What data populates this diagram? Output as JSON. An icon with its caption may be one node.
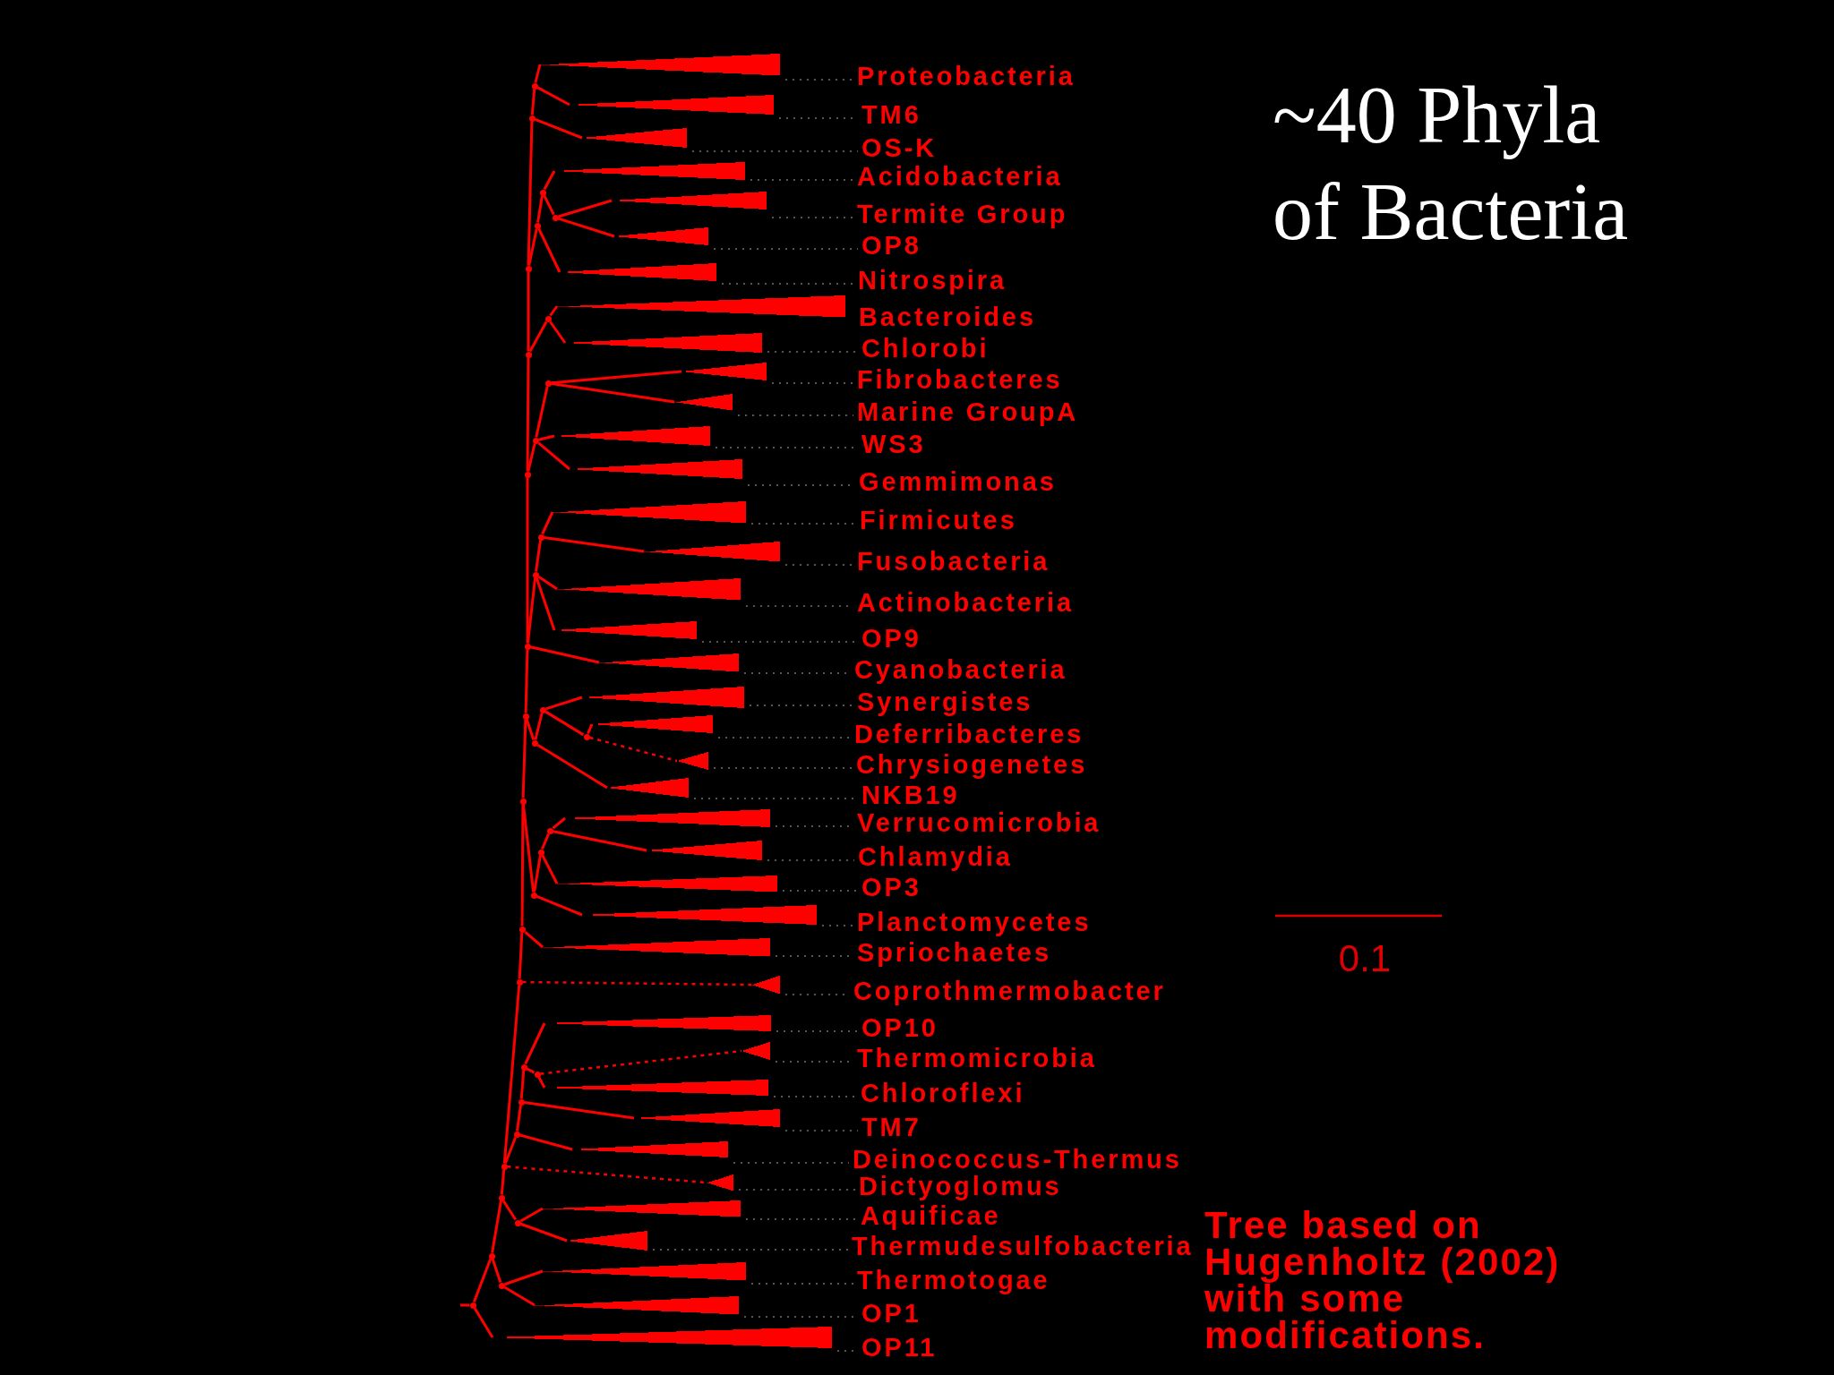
{
  "diagram": {
    "title": "~40 Phyla of Bacteria",
    "caption": "Tree based on Hugenholtz (2002) with some modifications.",
    "nodes": [
      {
        "text": [
          "Proteobacteria"
        ]
      },
      {
        "text": [
          "TM6"
        ]
      },
      {
        "text": [
          "OS-K"
        ]
      },
      {
        "text": [
          "Acidobacteria"
        ]
      },
      {
        "text": [
          "Termite Group"
        ]
      },
      {
        "text": [
          "OP8"
        ]
      },
      {
        "text": [
          "Nitrospira"
        ]
      },
      {
        "text": [
          "Bacteroides"
        ]
      },
      {
        "text": [
          "Chlorobi"
        ]
      },
      {
        "text": [
          "Fibrobacteres"
        ]
      },
      {
        "text": [
          "Marine GroupA"
        ]
      },
      {
        "text": [
          "WS3"
        ]
      },
      {
        "text": [
          "Gemmimonas"
        ]
      },
      {
        "text": [
          "Firmicutes"
        ]
      },
      {
        "text": [
          "Fusobacteria"
        ]
      },
      {
        "text": [
          "Actinobacteria"
        ]
      },
      {
        "text": [
          "OP9"
        ]
      },
      {
        "text": [
          "Cyanobacteria"
        ]
      },
      {
        "text": [
          "Synergistes"
        ]
      },
      {
        "text": [
          "Deferribacteres"
        ]
      },
      {
        "text": [
          "Chrysiogenetes"
        ]
      },
      {
        "text": [
          "NKB19"
        ]
      },
      {
        "text": [
          "Verrucomicrobia"
        ]
      },
      {
        "text": [
          "Chlamydia"
        ]
      },
      {
        "text": [
          "OP3"
        ]
      },
      {
        "text": [
          "Planctomycetes"
        ]
      },
      {
        "text": [
          "Spriochaetes"
        ]
      },
      {
        "text": [
          "Coprothmermobacter"
        ]
      },
      {
        "text": [
          "OP10"
        ]
      },
      {
        "text": [
          "Thermomicrobia"
        ]
      },
      {
        "text": [
          "Chloroflexi"
        ]
      },
      {
        "text": [
          "TM7"
        ]
      },
      {
        "text": [
          "Deinococcus-Thermus"
        ]
      },
      {
        "text": [
          "Dictyoglomus"
        ]
      },
      {
        "text": [
          "Aquificae"
        ]
      },
      {
        "text": [
          "Thermudesulfobacteria"
        ]
      },
      {
        "text": [
          "Thermotogae"
        ]
      },
      {
        "text": [
          "OP1"
        ]
      },
      {
        "text": [
          "OP11"
        ]
      },
      {
        "text": [],
        "shape": "dot"
      },
      {
        "text": [],
        "shape": "dot"
      },
      {
        "text": [],
        "shape": "dot"
      },
      {
        "text": [],
        "shape": "dot"
      },
      {
        "text": [],
        "shape": "dot"
      },
      {
        "text": [],
        "shape": "dot"
      },
      {
        "text": [],
        "shape": "dot"
      },
      {
        "text": [],
        "shape": "dot"
      },
      {
        "text": [],
        "shape": "dot"
      },
      {
        "text": [],
        "shape": "dot"
      },
      {
        "text": [],
        "shape": "dot"
      },
      {
        "text": [],
        "shape": "dot"
      },
      {
        "text": [],
        "shape": "dot"
      },
      {
        "text": [],
        "shape": "dot"
      },
      {
        "text": [],
        "shape": "dot"
      },
      {
        "text": [],
        "shape": "dot"
      },
      {
        "text": [],
        "shape": "dot"
      },
      {
        "text": [],
        "shape": "dot"
      },
      {
        "text": [],
        "shape": "dot"
      },
      {
        "text": [],
        "shape": "dot"
      },
      {
        "text": [],
        "shape": "dot"
      },
      {
        "text": [],
        "shape": "dot"
      },
      {
        "text": [],
        "shape": "dot"
      },
      {
        "text": [],
        "shape": "dot"
      },
      {
        "text": [],
        "shape": "dot"
      },
      {
        "text": [],
        "shape": "dot"
      },
      {
        "text": [],
        "shape": "dot"
      },
      {
        "text": [],
        "shape": "dot"
      },
      {
        "text": [],
        "shape": "dot"
      },
      {
        "text": [],
        "shape": "dot"
      },
      {
        "text": [],
        "shape": "dot"
      },
      {
        "text": [],
        "shape": "dot"
      },
      {
        "text": [],
        "shape": "dot"
      },
      {
        "text": [],
        "shape": "dot"
      }
    ],
    "edges": [
      {
        "from": 39,
        "to": 0,
        "arrow": "none"
      },
      {
        "from": 39,
        "to": 1,
        "arrow": "none"
      },
      {
        "from": 40,
        "to": 39,
        "arrow": "none"
      },
      {
        "from": 40,
        "to": 2,
        "arrow": "none"
      },
      {
        "from": 41,
        "to": 3,
        "arrow": "none"
      },
      {
        "from": 41,
        "to": 42,
        "arrow": "none"
      },
      {
        "from": 42,
        "to": 4,
        "arrow": "none"
      },
      {
        "from": 42,
        "to": 5,
        "arrow": "none"
      },
      {
        "from": 43,
        "to": 41,
        "arrow": "none"
      },
      {
        "from": 43,
        "to": 6,
        "arrow": "none"
      },
      {
        "from": 44,
        "to": 40,
        "arrow": "none"
      },
      {
        "from": 44,
        "to": 43,
        "arrow": "none"
      },
      {
        "from": 45,
        "to": 7,
        "arrow": "none"
      },
      {
        "from": 45,
        "to": 8,
        "arrow": "none"
      },
      {
        "from": 46,
        "to": 44,
        "arrow": "none"
      },
      {
        "from": 46,
        "to": 45,
        "arrow": "none"
      },
      {
        "from": 47,
        "to": 9,
        "arrow": "none"
      },
      {
        "from": 47,
        "to": 10,
        "arrow": "none"
      },
      {
        "from": 48,
        "to": 47,
        "arrow": "none"
      },
      {
        "from": 48,
        "to": 11,
        "arrow": "none"
      },
      {
        "from": 48,
        "to": 12,
        "arrow": "none"
      },
      {
        "from": 49,
        "to": 46,
        "arrow": "none"
      },
      {
        "from": 49,
        "to": 48,
        "arrow": "none"
      },
      {
        "from": 50,
        "to": 13,
        "arrow": "none"
      },
      {
        "from": 50,
        "to": 14,
        "arrow": "none"
      },
      {
        "from": 51,
        "to": 50,
        "arrow": "none"
      },
      {
        "from": 51,
        "to": 15,
        "arrow": "none"
      },
      {
        "from": 51,
        "to": 16,
        "arrow": "none"
      },
      {
        "from": 52,
        "to": 49,
        "arrow": "none"
      },
      {
        "from": 52,
        "to": 51,
        "arrow": "none"
      },
      {
        "from": 52,
        "to": 17,
        "arrow": "none"
      },
      {
        "from": 53,
        "to": 18,
        "arrow": "none"
      },
      {
        "from": 53,
        "to": 55,
        "arrow": "none"
      },
      {
        "from": 54,
        "to": 52,
        "arrow": "none"
      },
      {
        "from": 54,
        "to": 56,
        "arrow": "none"
      },
      {
        "from": 55,
        "to": 19,
        "arrow": "none"
      },
      {
        "from": 55,
        "to": 20,
        "arrow": "none",
        "style": "dashed"
      },
      {
        "from": 56,
        "to": 53,
        "arrow": "none"
      },
      {
        "from": 56,
        "to": 21,
        "arrow": "none"
      },
      {
        "from": 57,
        "to": 54,
        "arrow": "none"
      },
      {
        "from": 57,
        "to": 60,
        "arrow": "none"
      },
      {
        "from": 58,
        "to": 22,
        "arrow": "none"
      },
      {
        "from": 58,
        "to": 23,
        "arrow": "none"
      },
      {
        "from": 59,
        "to": 58,
        "arrow": "none"
      },
      {
        "from": 59,
        "to": 24,
        "arrow": "none"
      },
      {
        "from": 60,
        "to": 59,
        "arrow": "none"
      },
      {
        "from": 60,
        "to": 25,
        "arrow": "none"
      },
      {
        "from": 61,
        "to": 57,
        "arrow": "none"
      },
      {
        "from": 61,
        "to": 26,
        "arrow": "none"
      },
      {
        "from": 62,
        "to": 61,
        "arrow": "none"
      },
      {
        "from": 62,
        "to": 27,
        "arrow": "none",
        "style": "dashed"
      },
      {
        "from": 63,
        "to": 28,
        "arrow": "none"
      },
      {
        "from": 63,
        "to": 64,
        "arrow": "none"
      },
      {
        "from": 64,
        "to": 29,
        "arrow": "none",
        "style": "dashed"
      },
      {
        "from": 64,
        "to": 30,
        "arrow": "none"
      },
      {
        "from": 65,
        "to": 63,
        "arrow": "none"
      },
      {
        "from": 65,
        "to": 31,
        "arrow": "none"
      },
      {
        "from": 66,
        "to": 65,
        "arrow": "none"
      },
      {
        "from": 66,
        "to": 32,
        "arrow": "none"
      },
      {
        "from": 67,
        "to": 62,
        "arrow": "none"
      },
      {
        "from": 67,
        "to": 66,
        "arrow": "none"
      },
      {
        "from": 67,
        "to": 33,
        "arrow": "none",
        "style": "dashed"
      },
      {
        "from": 68,
        "to": 67,
        "arrow": "none"
      },
      {
        "from": 68,
        "to": 69,
        "arrow": "none"
      },
      {
        "from": 69,
        "to": 34,
        "arrow": "none"
      },
      {
        "from": 69,
        "to": 35,
        "arrow": "none"
      },
      {
        "from": 70,
        "to": 68,
        "arrow": "none"
      },
      {
        "from": 70,
        "to": 71,
        "arrow": "none"
      },
      {
        "from": 71,
        "to": 36,
        "arrow": "none"
      },
      {
        "from": 71,
        "to": 37,
        "arrow": "none"
      },
      {
        "from": 72,
        "to": 70,
        "arrow": "none"
      },
      {
        "from": 72,
        "to": 38,
        "arrow": "none"
      },
      {
        "from": null,
        "to": 72,
        "arrow": "none"
      }
    ],
    "labels": [
      "0.1"
    ]
  }
}
